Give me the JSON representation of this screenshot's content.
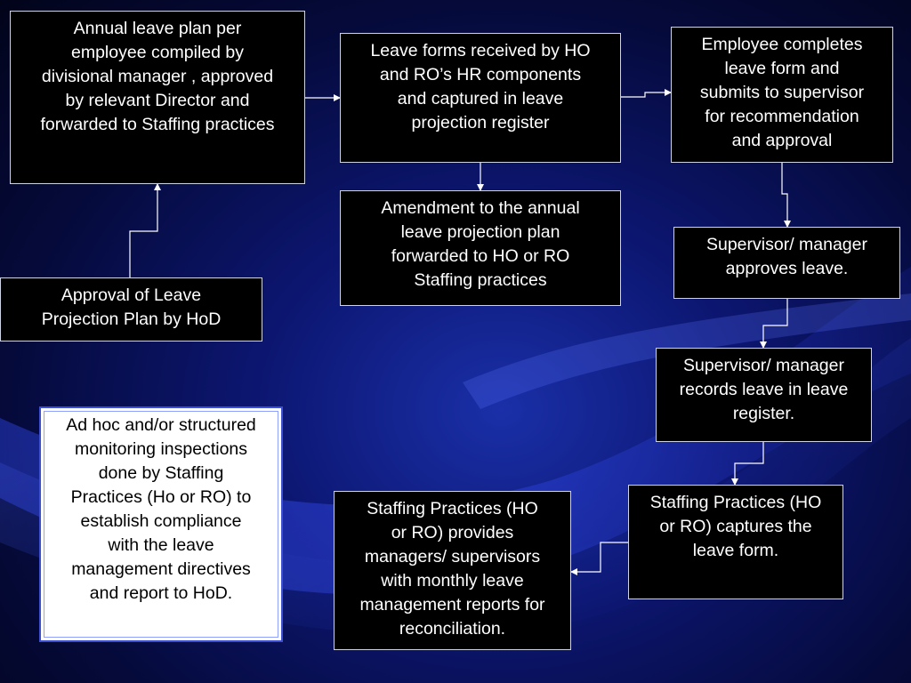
{
  "diagram": {
    "nodes": [
      {
        "id": "annual_plan",
        "text": "Annual leave plan per\nemployee compiled by\ndivisional manager , approved\nby relevant Director and\nforwarded to Staffing practices"
      },
      {
        "id": "forms_received",
        "text": "Leave forms received by HO\nand RO’s HR components\nand captured in leave\nprojection register"
      },
      {
        "id": "employee_completes",
        "text": "Employee completes\nleave form and\nsubmits to supervisor\nfor recommendation\nand approval"
      },
      {
        "id": "amendment",
        "text": "Amendment to the annual\nleave projection plan\nforwarded to HO or RO\nStaffing practices"
      },
      {
        "id": "supervisor_approves",
        "text": "Supervisor/ manager\napproves leave."
      },
      {
        "id": "hod_approval",
        "text": "Approval of Leave\nProjection Plan by HoD"
      },
      {
        "id": "supervisor_records",
        "text": "Supervisor/ manager\nrecords leave in leave\nregister."
      },
      {
        "id": "monitoring",
        "text": "Ad hoc and/or structured\nmonitoring inspections\ndone by Staffing\nPractices (Ho or RO) to\nestablish compliance\nwith the leave\nmanagement directives\nand report to HoD."
      },
      {
        "id": "monthly_reports",
        "text": "Staffing Practices (HO\nor RO) provides\nmanagers/ supervisors\nwith monthly leave\nmanagement reports for\nreconciliation."
      },
      {
        "id": "captures_form",
        "text": "Staffing Practices (HO\nor RO) captures the\nleave form."
      }
    ]
  },
  "colors": {
    "box_fill": "#000000",
    "box_text": "#ffffff",
    "highlight_fill": "#ffffff",
    "highlight_border": "#3b4fd0",
    "connector": "#ffffff"
  }
}
